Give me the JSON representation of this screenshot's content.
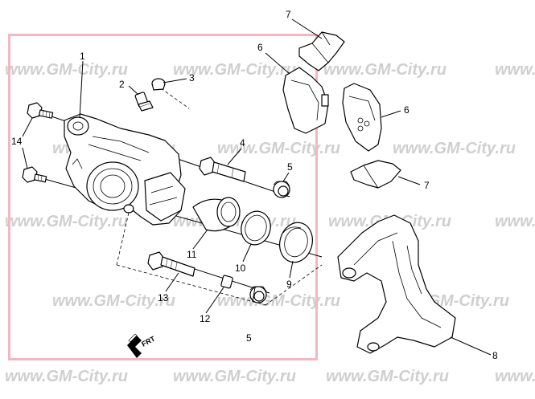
{
  "watermark": "www.GM-City.ru",
  "direction_label": "FRT",
  "frame_color": "#f4b6c2",
  "callouts": [
    {
      "id": "c1",
      "text": "1"
    },
    {
      "id": "c2",
      "text": "2"
    },
    {
      "id": "c3",
      "text": "3"
    },
    {
      "id": "c4",
      "text": "4"
    },
    {
      "id": "c5a",
      "text": "5"
    },
    {
      "id": "c5b",
      "text": "5"
    },
    {
      "id": "c6a",
      "text": "6"
    },
    {
      "id": "c6b",
      "text": "6"
    },
    {
      "id": "c7a",
      "text": "7"
    },
    {
      "id": "c7b",
      "text": "7"
    },
    {
      "id": "c8",
      "text": "8"
    },
    {
      "id": "c9",
      "text": "9"
    },
    {
      "id": "c10",
      "text": "10"
    },
    {
      "id": "c11",
      "text": "11"
    },
    {
      "id": "c12",
      "text": "12"
    },
    {
      "id": "c13",
      "text": "13"
    },
    {
      "id": "c14",
      "text": "14"
    }
  ]
}
